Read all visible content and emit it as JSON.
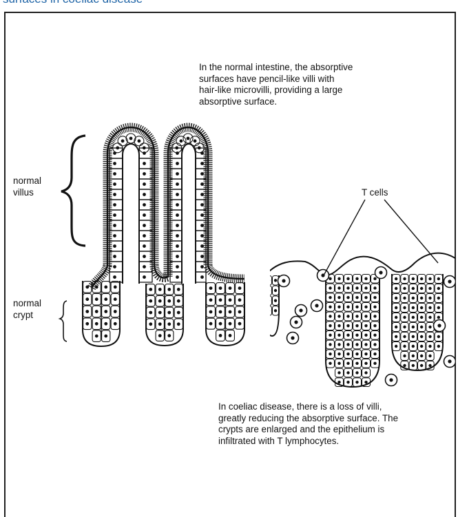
{
  "page_title": "surfaces in coeliac disease",
  "labels": {
    "normal_villus": "normal\nvillus",
    "normal_crypt": "normal\ncrypt",
    "t_cells": "T cells"
  },
  "notes": {
    "normal": "In the normal intestine, the absorptive\nsurfaces have pencil-like villi with\nhair-like microvilli, providing a large\nabsorptive surface.",
    "coeliac": "In coeliac disease, there is a loss of villi,\ngreatly reducing the absorptive surface.  The\ncrypts are enlarged and the epithelium is\ninfiltrated with T lymphocytes."
  }
}
